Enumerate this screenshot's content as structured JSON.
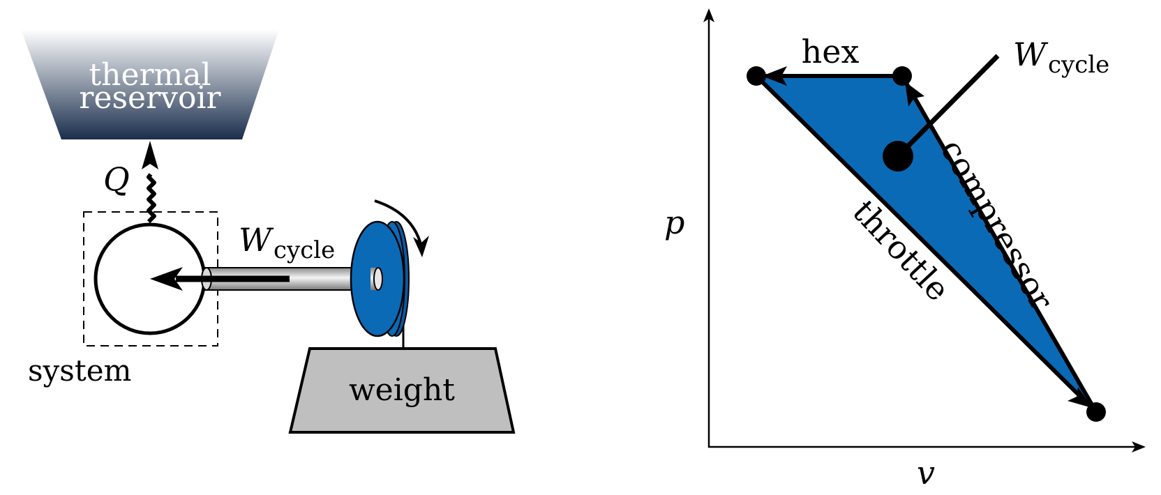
{
  "left_diagram": {
    "reservoir_line1": "thermal",
    "reservoir_line2": "reservoir",
    "heat_symbol": "Q",
    "work_symbol": "W",
    "work_subscript": "cycle",
    "system_label": "system",
    "weight_label": "weight",
    "colors": {
      "reservoir_top": "#ffffff",
      "reservoir_bottom": "#1a2e4d",
      "disk": "#0b6ab6",
      "weight_fill": "#bfbfbf",
      "shaft_light": "#f2f2f2",
      "shaft_dark": "#8c8c8c"
    }
  },
  "right_diagram": {
    "y_axis_label": "p",
    "x_axis_label": "v",
    "edge_top_label": "hex",
    "edge_right_label": "compressor",
    "edge_left_label": "throttle",
    "work_symbol": "W",
    "work_subscript": "cycle",
    "colors": {
      "cycle_fill": "#0b6ab6",
      "stroke": "#000000"
    }
  }
}
